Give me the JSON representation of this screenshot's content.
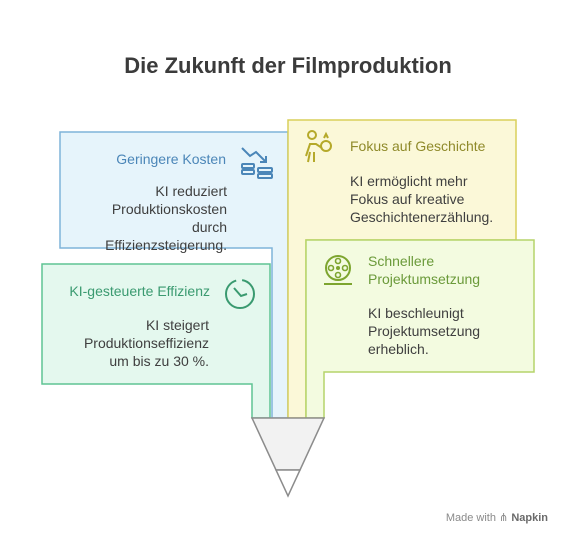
{
  "title": "Die Zukunft der Filmproduktion",
  "cards": [
    {
      "heading": "Geringere Kosten",
      "body": [
        "KI reduziert",
        "Produktionskosten",
        "durch",
        "Effizienzsteigerung."
      ],
      "icon": "coins-down-icon",
      "color": "#e6f4fb"
    },
    {
      "heading": "Fokus auf Geschichte",
      "body": [
        "KI ermöglicht mehr",
        "Fokus auf kreative",
        "Geschichtenerzählung."
      ],
      "icon": "person-idea-icon",
      "color": "#fbf8d8"
    },
    {
      "heading": [
        "Schnellere",
        "Projektumsetzung"
      ],
      "body": [
        "KI beschleunigt",
        "Projektumsetzung",
        "erheblich."
      ],
      "icon": "film-reel-icon",
      "color": "#f3fbe0"
    },
    {
      "heading": "KI-gesteuerte Effizienz",
      "body": [
        "KI steigert",
        "Produktionseffizienz",
        "um bis zu 30 %."
      ],
      "icon": "timer-icon",
      "color": "#e4f8ee"
    }
  ],
  "footer": {
    "made_with": "Made with",
    "brand": "Napkin"
  }
}
